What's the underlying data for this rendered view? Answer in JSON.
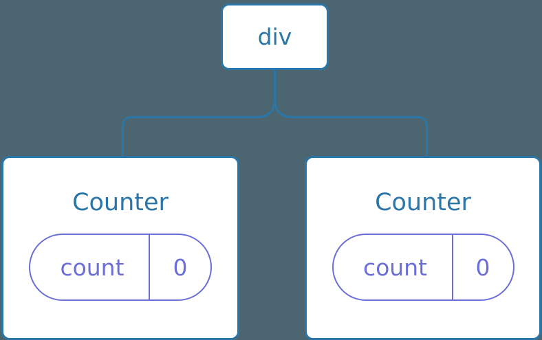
{
  "diagram": {
    "type": "component-tree",
    "background_color": "#4b6670",
    "accent_color": "#2b76a8",
    "state_color": "#6a6ed6",
    "root": {
      "label": "div"
    },
    "children": [
      {
        "label": "Counter",
        "state": {
          "key": "count",
          "value": "0"
        }
      },
      {
        "label": "Counter",
        "state": {
          "key": "count",
          "value": "0"
        }
      }
    ]
  }
}
